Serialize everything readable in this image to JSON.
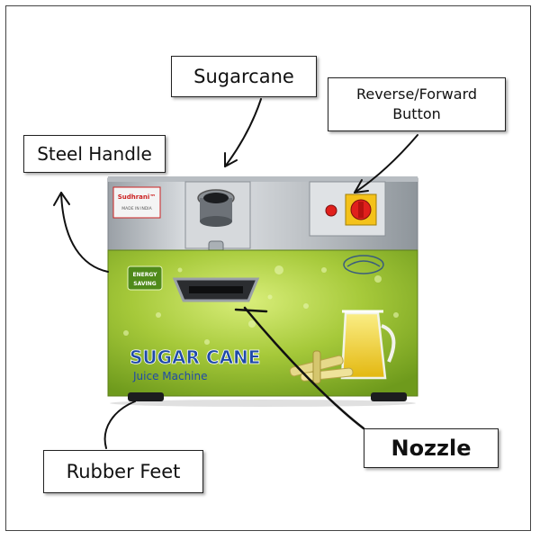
{
  "labels": {
    "sugarcane": "Sugarcane",
    "button": "Reverse/Forward\nButton",
    "handle": "Steel Handle",
    "feet": "Rubber Feet",
    "nozzle": "Nozzle"
  },
  "machine": {
    "brand_plate": "Sudhrani™",
    "brand_sub": "MADE IN INDIA",
    "badge_line1": "ENERGY",
    "badge_line2": "SAVING",
    "title": "SUGAR CANE",
    "subtitle": "Juice Machine"
  },
  "colors": {
    "steel": "#c9cdd1",
    "body_green": "#a6c93a",
    "title_blue": "#1f4aa8",
    "button_yellow": "#f4c21a",
    "button_red": "#e0201c",
    "juice": "#f2c81e"
  }
}
